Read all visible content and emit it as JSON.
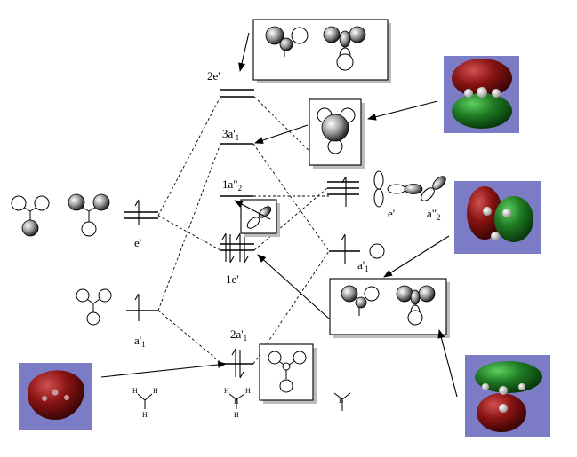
{
  "labels": {
    "mo_2e_prime": "2e'",
    "mo_3a1": "3a'",
    "mo_3a1_sub": "1",
    "mo_1a2": "1a\"",
    "mo_1a2_sub": "2",
    "mo_1e_prime": "1e'",
    "mo_2a1": "2a'",
    "mo_2a1_sub": "1",
    "h3_e": "e'",
    "h3_a1": "a'",
    "h3_a1_sub": "1",
    "b_e": "e'",
    "b_a2": "a\"",
    "b_a2_sub": "2",
    "b_a1": "a'",
    "b_a1_sub": "1"
  },
  "molecules": {
    "h3_H1": "H",
    "h3_H2": "H",
    "h3_H3": "H",
    "bh3_H1": "H",
    "bh3_H2": "H",
    "bh3_H3": "H",
    "bh3_B": "B",
    "b_atom": "B"
  },
  "colors": {
    "render_bg": "#7b7bc6",
    "lobe_red": "#7a1212",
    "lobe_green": "#1f7a24",
    "atom_white": "#e8e8e8"
  }
}
